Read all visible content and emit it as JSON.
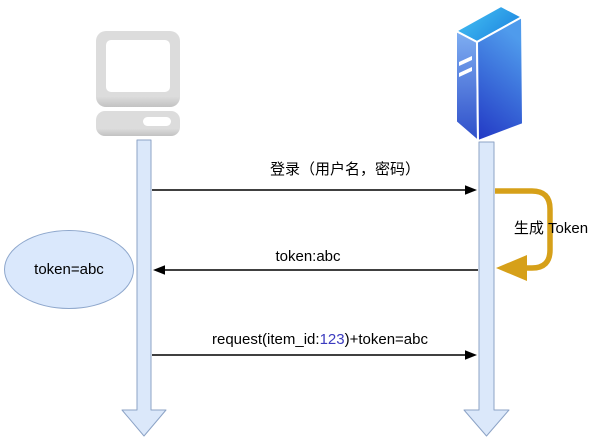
{
  "diagram": {
    "actors": {
      "client": {
        "icon": "computer-icon"
      },
      "server": {
        "icon": "server-icon"
      }
    },
    "messages": {
      "login": {
        "label": "登录（用户名，密码）",
        "direction": "client-to-server"
      },
      "generate_token": {
        "label": "生成 Token",
        "direction": "server-self"
      },
      "token_response": {
        "label": "token:abc",
        "direction": "server-to-client"
      },
      "request": {
        "prefix": "request(item_id:",
        "highlight": "123",
        "suffix": ")+token=abc",
        "direction": "client-to-server"
      }
    },
    "note": {
      "label": "token=abc"
    },
    "colors": {
      "gold_arrow": "#D6A019",
      "lifeline_fill": "#DBE8FA",
      "lifeline_border": "#8CA3C6",
      "note_fill": "#DAE8FC",
      "highlight_text": "#3B3BBF",
      "server_blue_light": "#49C8F5",
      "server_blue_dark": "#2237C4"
    }
  }
}
